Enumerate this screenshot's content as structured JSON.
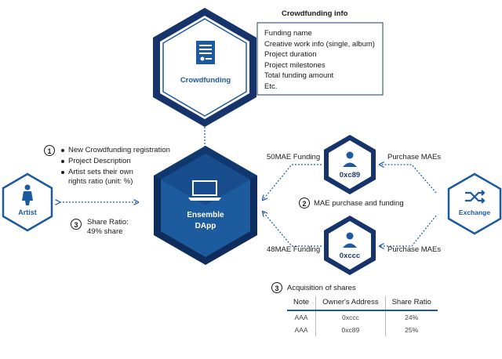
{
  "crowdfunding_node": {
    "label": "Crowdfunding"
  },
  "crowdfunding_info": {
    "title": "Crowdfunding info",
    "items": [
      "Funding name",
      "Creative work info (single, album)",
      "Project duration",
      "Project milestones",
      "Total funding amount",
      "Etc."
    ]
  },
  "step1": {
    "number": "1",
    "items": [
      "New Crowdfunding registration",
      "Project Description",
      "Artist sets their own",
      "rights ratio (unit: %)"
    ]
  },
  "step3_left": {
    "number": "3",
    "line1": "Share Ratio:",
    "line2": "49% share"
  },
  "artist_node": {
    "label": "Artist"
  },
  "dapp_node": {
    "line1": "Ensemble",
    "line2": "DApp"
  },
  "wallet_top": {
    "address": "0xc89"
  },
  "wallet_bottom": {
    "address": "0xccc"
  },
  "exchange_node": {
    "label": "Exchange"
  },
  "arrows": {
    "funding_top": "50MAE Funding",
    "funding_bottom": "48MAE Funding",
    "purchase_top": "Purchase MAEs",
    "purchase_bottom": "Purchase MAEs"
  },
  "step2": {
    "number": "2",
    "label": "MAE purchase and funding"
  },
  "step3_table": {
    "number": "3",
    "title": "Acquisition of shares",
    "headers": [
      "Note",
      "Owner's Address",
      "Share Ratio"
    ],
    "rows": [
      [
        "AAA",
        "0xccc",
        "24%"
      ],
      [
        "AAA",
        "0xc89",
        "25%"
      ]
    ]
  },
  "colors": {
    "dark_blue": "#16336b",
    "mid_blue": "#1e5aa0",
    "hex_dark": "#0f2d5c",
    "hex_light": "#1b5b9e",
    "accent": "#1f8fd0"
  }
}
